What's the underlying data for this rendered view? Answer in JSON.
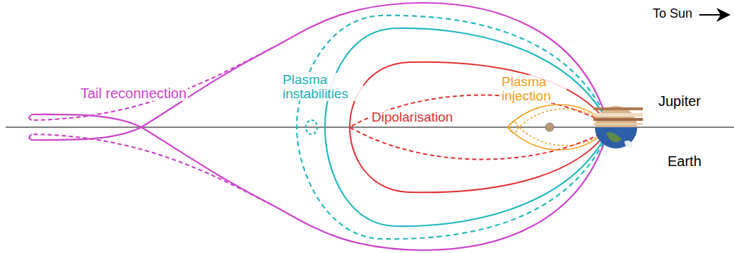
{
  "diagram": {
    "labels": [
      "To Sun",
      "Jupiter",
      "Earth",
      "Tail reconnection",
      "Plasma instabilities",
      "Dipolarisation",
      "Plasma injection"
    ]
  }
}
